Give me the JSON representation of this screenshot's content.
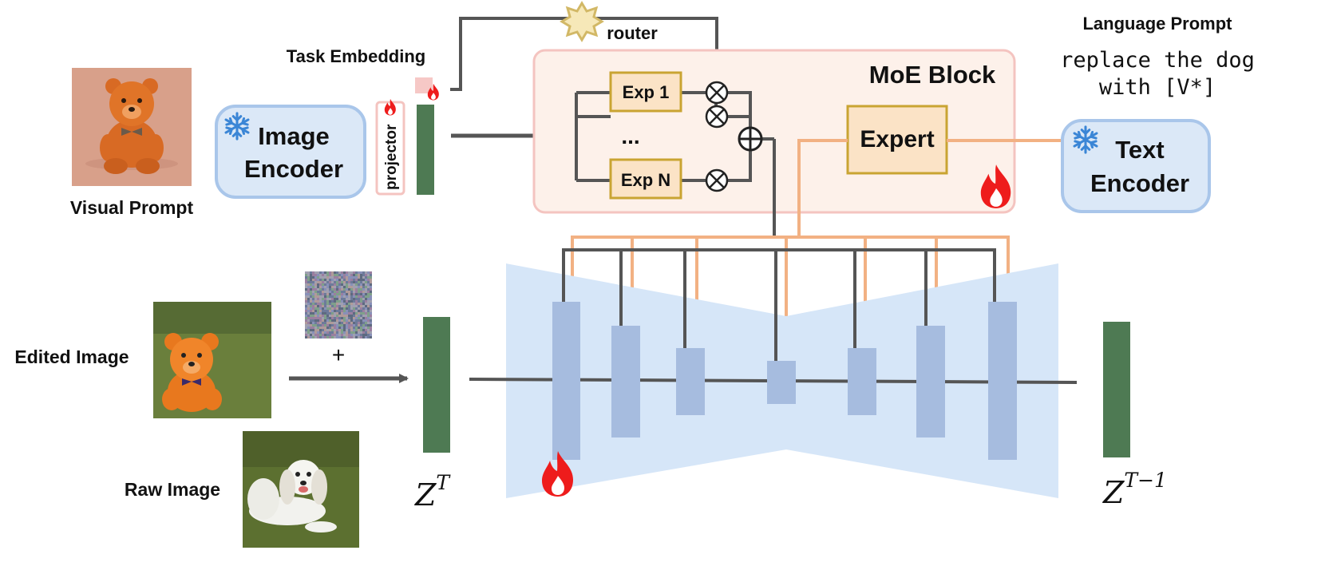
{
  "labels": {
    "visual_prompt": "Visual Prompt",
    "image_encoder_line1": "Image",
    "image_encoder_line2": "Encoder",
    "projector": "projector",
    "task_embedding": "Task Embedding",
    "router": "router",
    "moe_block": "MoE Block",
    "exp1": "Exp 1",
    "ellipsis": "...",
    "expn": "Exp N",
    "expert": "Expert",
    "language_prompt": "Language Prompt",
    "prompt_line1": "replace the dog",
    "prompt_line2": "with [V*]",
    "text_encoder_line1": "Text",
    "text_encoder_line2": "Encoder",
    "edited_image": "Edited Image",
    "raw_image": "Raw Image",
    "plus": "+",
    "z_t_base": "Z",
    "z_t_sup": "T",
    "z_t1_base": "Z",
    "z_t1_sup": "T−1"
  },
  "colors": {
    "blue_box_fill": "#dbe8f7",
    "blue_box_stroke": "#a9c6ea",
    "moe_fill": "#fdf1ea",
    "moe_stroke": "#f4c4c0",
    "expert_fill": "#fbe3c6",
    "expert_stroke": "#c9a432",
    "green_latent": "#4e7a53",
    "unet_bg": "#d6e6f8",
    "unet_block": "#a6bcdf",
    "orange_line": "#f2b183",
    "dark_line": "#555555",
    "flame": "#ee1c1c",
    "snowflake": "#3b86d6",
    "router_star": "#f6e8b8"
  }
}
